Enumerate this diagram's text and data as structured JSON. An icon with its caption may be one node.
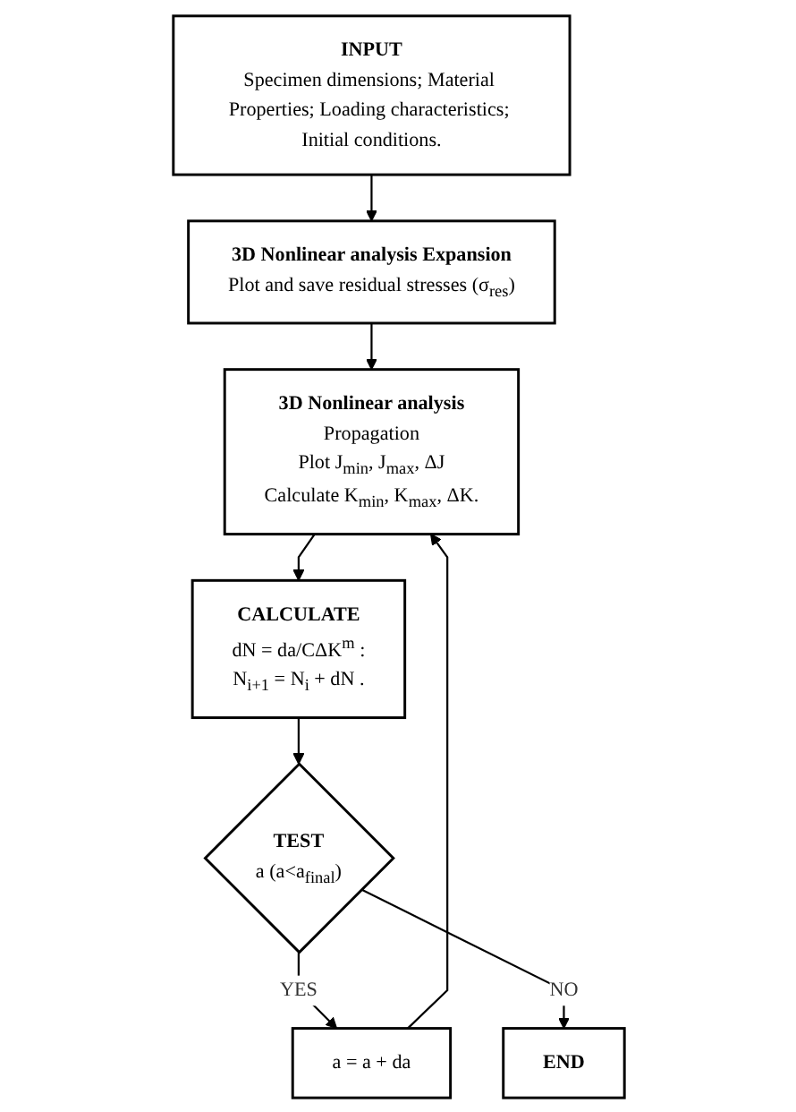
{
  "diagram": {
    "nodes": [
      {
        "text": [
          "INPUT",
          "Specimen dimensions; Material Properties; Loading characteristics; Initial conditions."
        ]
      },
      {
        "text": [
          "3D Nonlinear analysis Expansion",
          "Plot and save residual stresses (σ$_{res}$)"
        ]
      },
      {
        "text": [
          "3D Nonlinear analysis",
          "Propagation",
          "Plot J$_{min}$, J$_{max}$, ΔJ",
          "Calculate K$_{min}$, K$_{max}$, ΔK."
        ]
      },
      {
        "text": [
          "CALCULATE",
          "dN = da/CΔK$^{m}$ :",
          "N$_{i+1}$ = N$_{i}$ + dN ."
        ]
      },
      {
        "text": [
          "TEST",
          "a (a<a$_{final}$)"
        ]
      },
      {
        "text": [
          "END"
        ]
      },
      {
        "text": [
          "a = a + da"
        ]
      }
    ],
    "edges": [
      {
        "from": 0,
        "to": 1,
        "arrow": "to"
      },
      {
        "from": 1,
        "to": 2,
        "arrow": "to"
      },
      {
        "from": 2,
        "to": 3,
        "arrow": "to"
      },
      {
        "from": 3,
        "to": 4,
        "arrow": "to"
      },
      {
        "from": 4,
        "to": 6,
        "label": "YES",
        "arrow": "to"
      },
      {
        "from": 6,
        "to": 2,
        "arrow": "to"
      },
      {
        "from": 4,
        "to": 5,
        "label": "NO",
        "arrow": "to"
      }
    ]
  }
}
